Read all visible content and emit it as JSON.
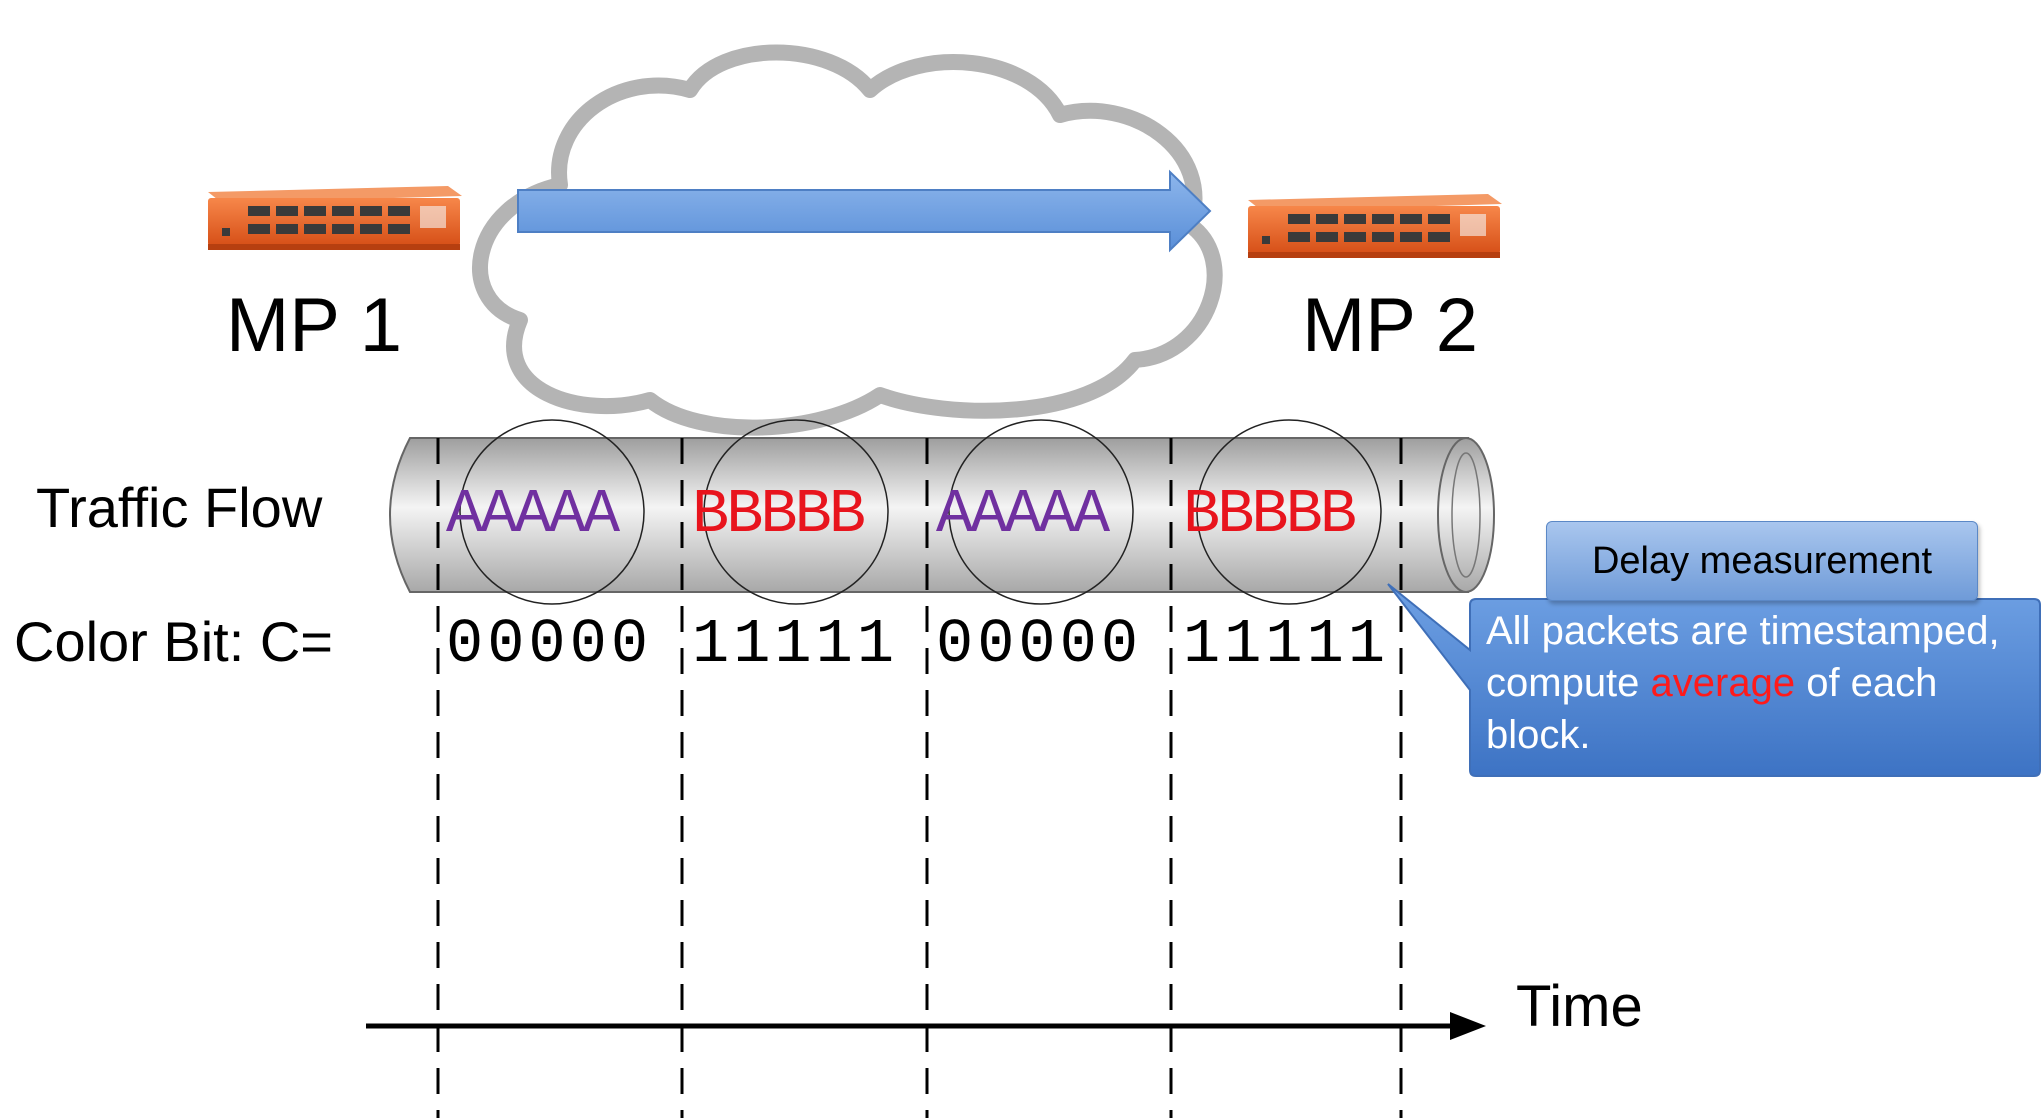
{
  "labels": {
    "mp1": "MP 1",
    "mp2": "MP 2",
    "traffic_flow": "Traffic Flow",
    "color_bit": "Color Bit: C=",
    "time": "Time"
  },
  "blocks": [
    {
      "text": "AAAAA",
      "bits": "00000",
      "color": "#7030a0"
    },
    {
      "text": "BBBBB",
      "bits": "11111",
      "color": "#e8141d"
    },
    {
      "text": "AAAAA",
      "bits": "00000",
      "color": "#7030a0"
    },
    {
      "text": "BBBBB",
      "bits": "11111",
      "color": "#e8141d"
    }
  ],
  "callout": {
    "title": "Delay measurement",
    "text_before": "All packets are timestamped, compute ",
    "highlight": "average",
    "text_after": " of each block."
  },
  "colors": {
    "router": "#f06a2a",
    "arrow": "#6d9fe0",
    "cloud_outline": "#b8b8b8",
    "callout": "#5b8fd6",
    "highlight": "#ff1a1a"
  },
  "icons": {
    "router_left": "network-router-icon",
    "router_right": "network-router-icon",
    "cloud": "cloud-shape",
    "flow_arrow": "right-arrow",
    "time_arrow": "right-arrow"
  }
}
